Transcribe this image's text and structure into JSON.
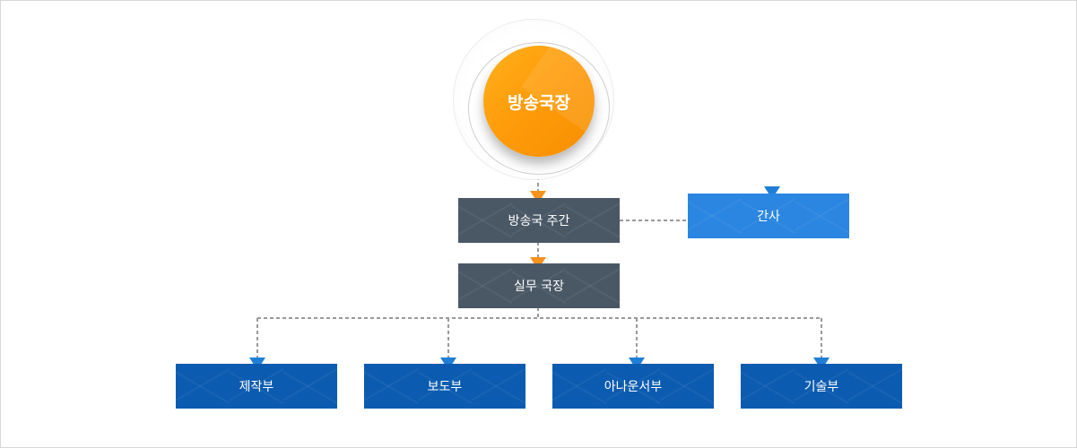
{
  "colors": {
    "head": "#ff9c0a",
    "office_box": "#4a5866",
    "auditor_box": "#2a86e0",
    "department_box": "#0b5bb0",
    "connector": "#9a9a9a",
    "arrow_orange": "#f5921d",
    "arrow_blue": "#1f7fd6"
  },
  "org": {
    "head": {
      "label": "방송국장"
    },
    "director": {
      "label": "방송국 주간"
    },
    "auditor": {
      "label": "간사"
    },
    "manager": {
      "label": "실무 국장"
    },
    "departments": [
      {
        "label": "제작부"
      },
      {
        "label": "보도부"
      },
      {
        "label": "아나운서부"
      },
      {
        "label": "기술부"
      }
    ]
  }
}
